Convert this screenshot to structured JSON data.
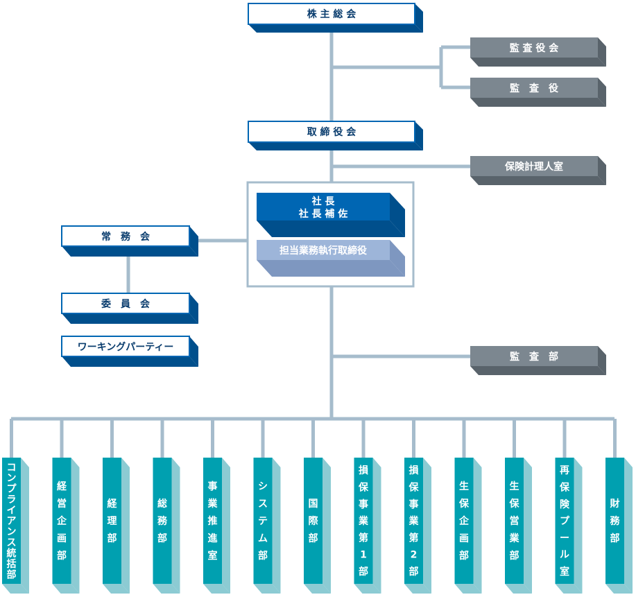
{
  "top_nodes": {
    "shareholders": "株 主 総 会",
    "board": "取 締 役 会",
    "auditor_board": "監 査 役 会",
    "auditor": "監　査　役",
    "actuary": "保険計理人室",
    "president": "社 長",
    "president_assistant": "社 長 補 佐",
    "executive_officer": "担当業務執行取締役",
    "managing_committee": "常　務　会",
    "committee": "委　員　会",
    "working_party": "ワーキングパーティー",
    "audit_dept": "監　査　部"
  },
  "departments": [
    "コンプライアンス統括部",
    "経営企画部",
    "経理部",
    "総務部",
    "事業推進室",
    "システム部",
    "国際部",
    "損保事業第1部",
    "損保事業第2部",
    "生保企画部",
    "生保営業部",
    "再保険プール室",
    "財務部"
  ],
  "colors": {
    "line": "#a6bccc",
    "blue_front": "#0066b3",
    "blue_side": "#004f8c",
    "gray_front": "#7c8790",
    "gray_side": "#59636b",
    "light_front": "#9db5d9",
    "light_side": "#7e97c0",
    "teal_front": "#00a0b0",
    "teal_side": "#8ccbd3",
    "text_blue": "#0a3d6e",
    "white": "#ffffff"
  }
}
